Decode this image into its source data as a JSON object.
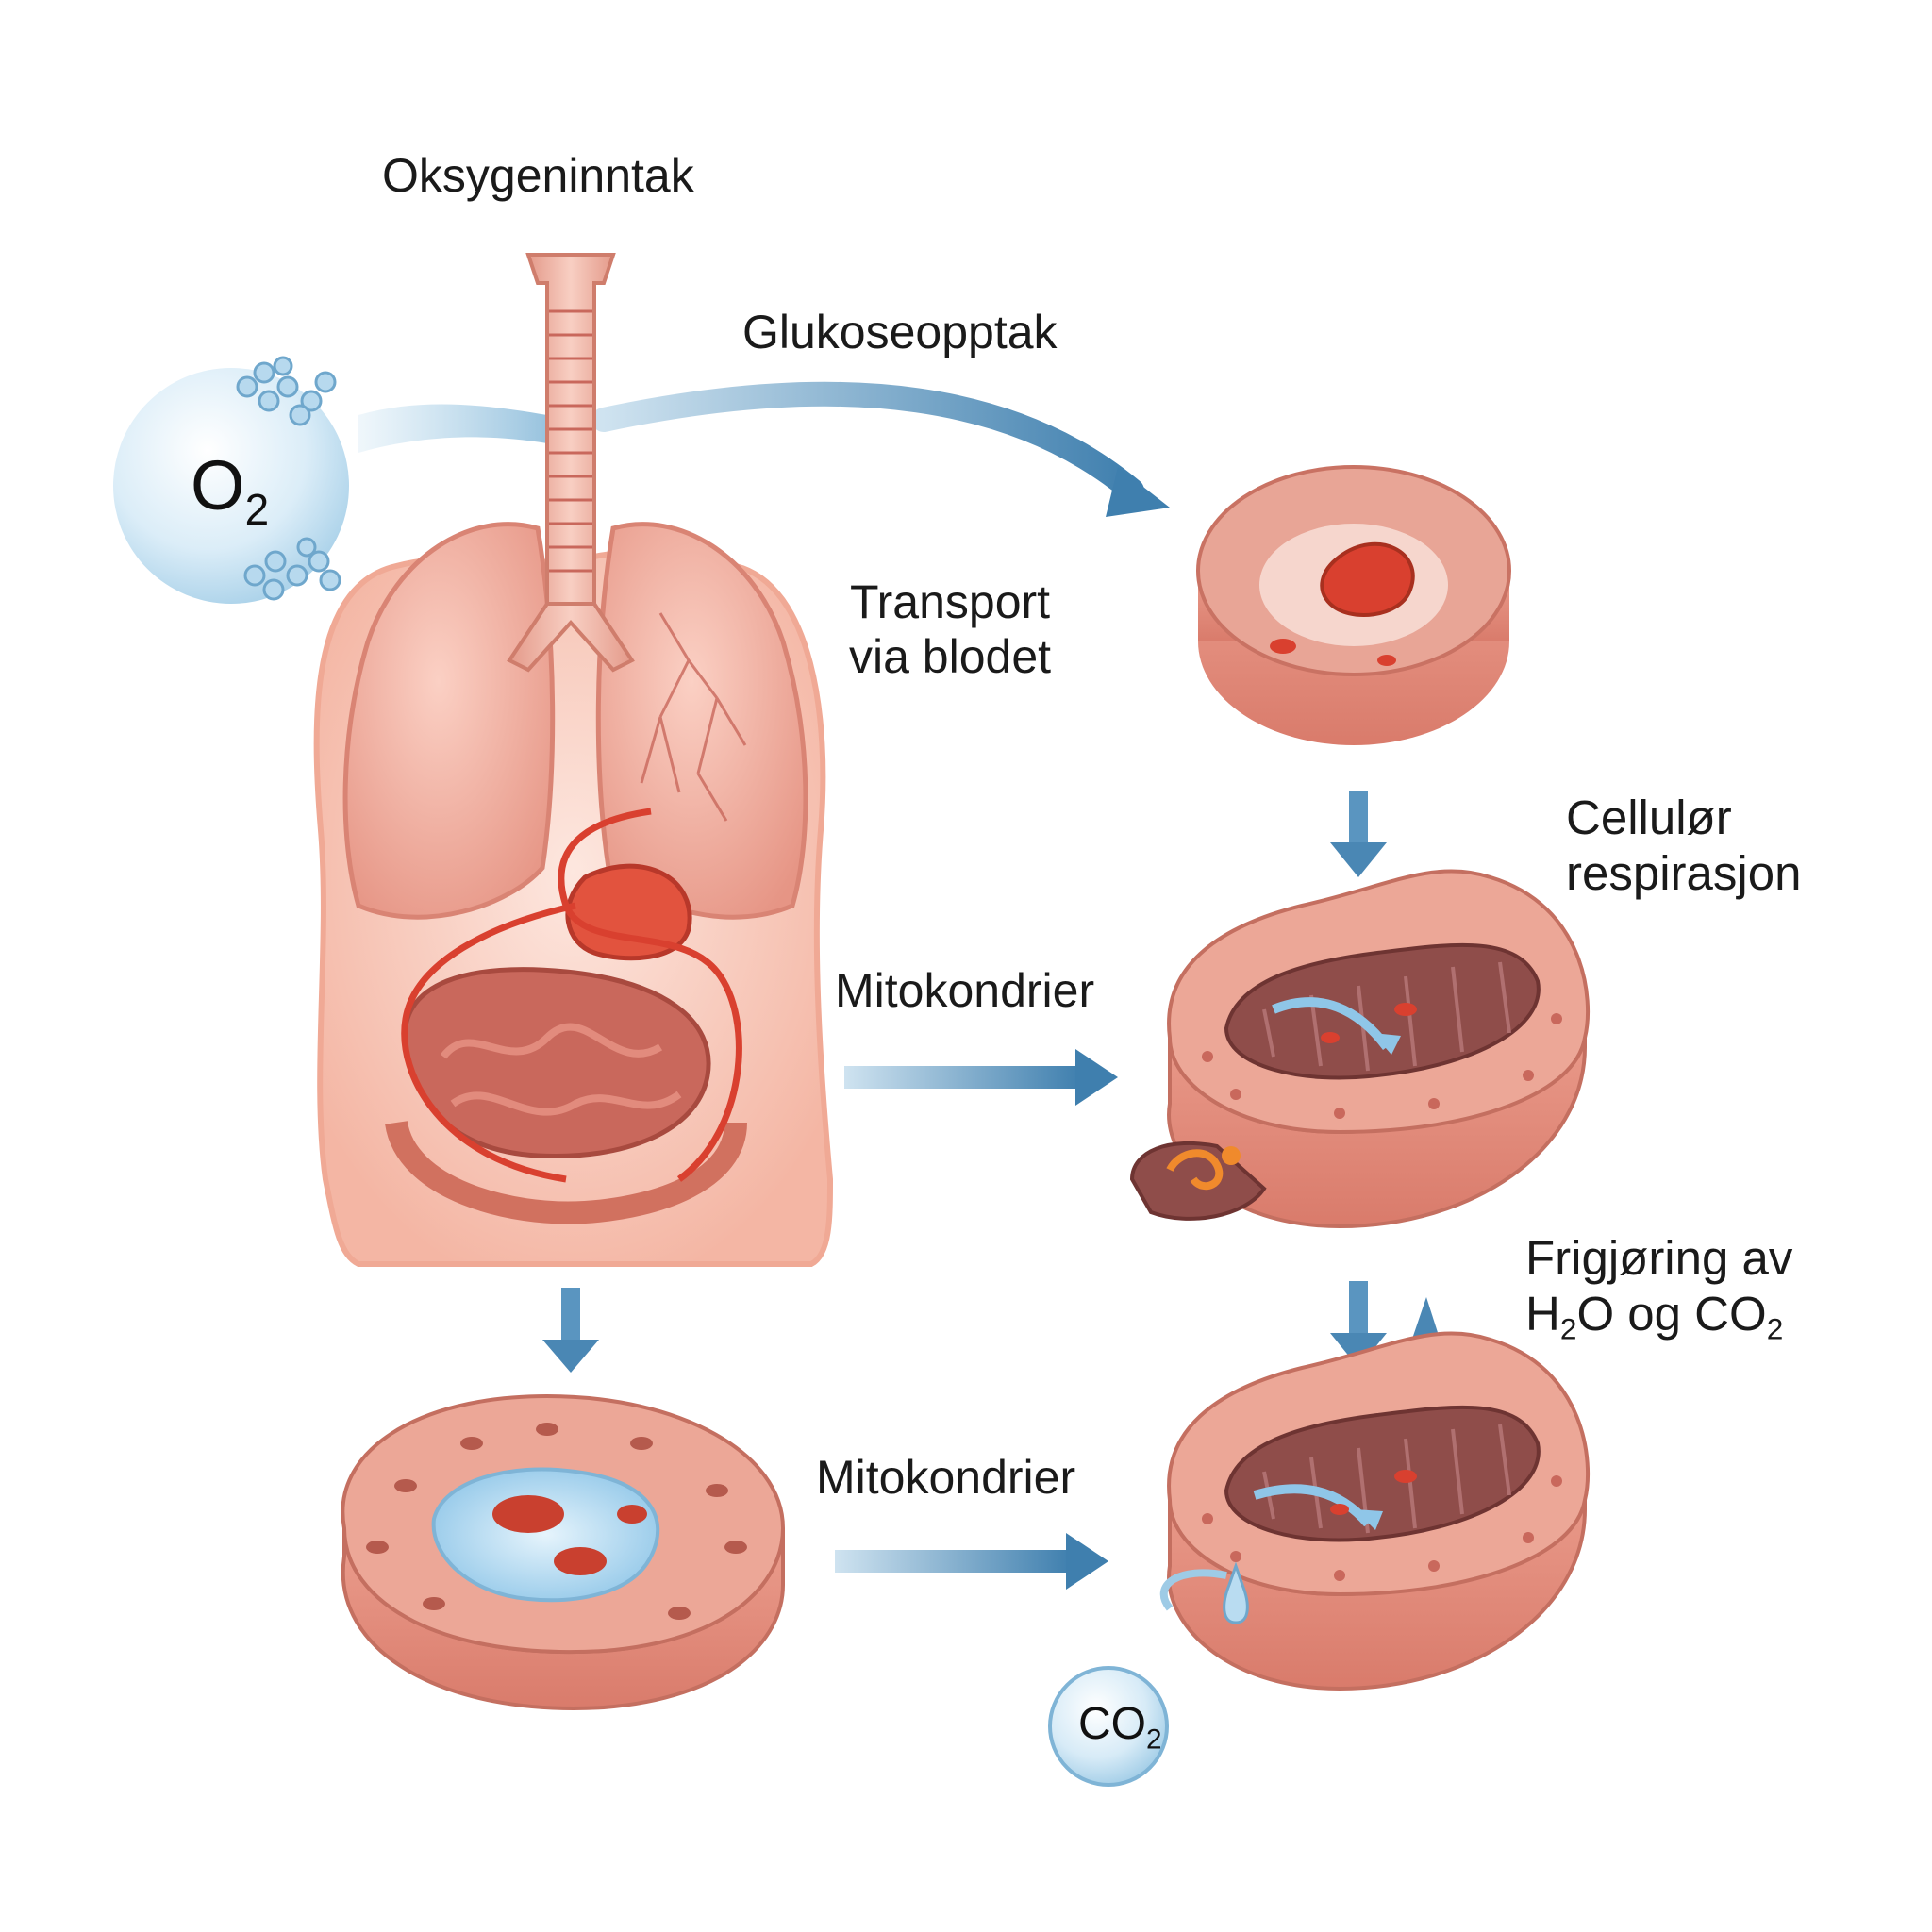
{
  "labels": {
    "oxygen_intake": "Oksygeninntak",
    "glucose_uptake": "Glukoseopptak",
    "transport_line1": "Transport",
    "transport_line2": "via blodet",
    "cellular_line1": "Cellulør",
    "cellular_line2": "respirasjon",
    "mito_upper": "Mitokondrier",
    "mito_lower": "Mitokondrier",
    "release_line1": "Frigjøring av",
    "release_line2_h2o_a": "H",
    "release_line2_h2o_sub": "2",
    "release_line2_h2o_b": "O og CO",
    "release_line2_co2_sub": "2"
  },
  "chem": {
    "o2_main": "O",
    "o2_sub": "2",
    "co2_main": "CO",
    "co2_sub": "2"
  },
  "colors": {
    "arrow_blue": "#4a87b4",
    "tissue_pink": "#e89a8c",
    "tissue_dark": "#c9685c",
    "organ_red": "#d9402f",
    "bubble_blue": "#cfe6f5"
  }
}
